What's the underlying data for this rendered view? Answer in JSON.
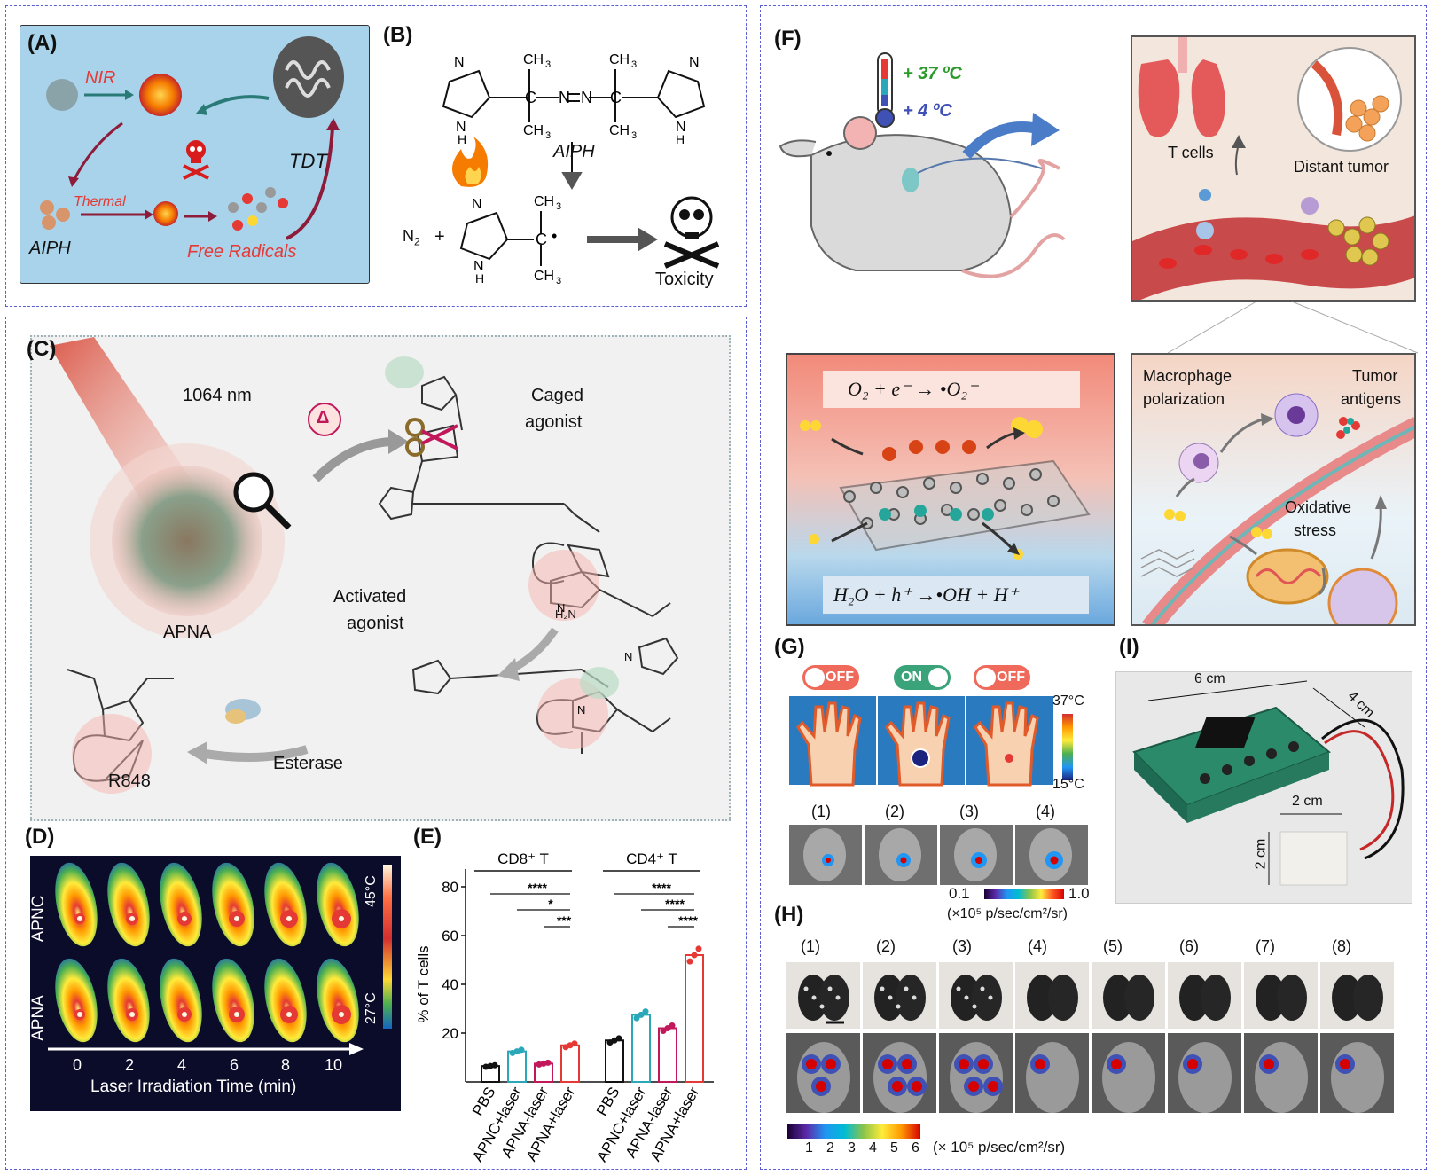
{
  "panels": {
    "A": {
      "label": "(A)",
      "nir": "NIR",
      "thermal": "Thermal",
      "tdt": "TDT",
      "aiph": "AIPH",
      "free_radicals": "Free Radicals"
    },
    "B": {
      "label": "(B)",
      "aiph": "AIPH",
      "n2": "N",
      "n2_sub": "2",
      "plus": "+",
      "toxicity": "Toxicity"
    },
    "C": {
      "label": "(C)",
      "wavelength": "1064 nm",
      "delta": "Δ",
      "caged_1": "Caged",
      "caged_2": "agonist",
      "activated_1": "Activated",
      "activated_2": "agonist",
      "apna": "APNA",
      "esterase": "Esterase",
      "r848": "R848",
      "nh2": "H₂N"
    },
    "D": {
      "label": "(D)",
      "rows": [
        "APNC",
        "APNA"
      ],
      "times": [
        "0",
        "2",
        "4",
        "6",
        "8",
        "10"
      ],
      "xlabel": "Laser Irradiation Time (min)",
      "scale_max": "45°C",
      "scale_min": "27°C"
    },
    "F": {
      "label": "(F)",
      "temp_hot": "+ 37 ºC",
      "temp_cold": "+ 4 ºC",
      "t_cells": "T cells",
      "distant_tumor": "Distant tumor",
      "eq1": "O₂ + e⁻ → •O₂⁻",
      "eq2": "H₂O + h⁺ →•OH + H⁺",
      "macrophage_1": "Macrophage",
      "macrophage_2": "polarization",
      "tumor_1": "Tumor",
      "tumor_2": "antigens",
      "oxidative_1": "Oxidative",
      "oxidative_2": "stress"
    },
    "G": {
      "label": "(G)",
      "switches": [
        "OFF",
        "ON",
        "OFF"
      ],
      "scale_max": "37°C",
      "scale_min": "15°C",
      "numbers": [
        "(1)",
        "(2)",
        "(3)",
        "(4)"
      ],
      "lum_min": "0.1",
      "lum_max": "1.0",
      "unit": "(×10⁵ p/sec/cm²/sr)"
    },
    "H": {
      "label": "(H)",
      "numbers": [
        "(1)",
        "(2)",
        "(3)",
        "(4)",
        "(5)",
        "(6)",
        "(7)",
        "(8)"
      ],
      "ticks": [
        "1",
        "2",
        "3",
        "4",
        "5",
        "6"
      ],
      "unit": "(× 10⁵ p/sec/cm²/sr)"
    },
    "I": {
      "label": "(I)",
      "w": "6 cm",
      "h": "4 cm",
      "s1": "2 cm",
      "s2": "2 cm"
    }
  },
  "chart_data": {
    "type": "bar",
    "title": "",
    "ylabel": "% of T cells",
    "ylim": [
      0,
      80
    ],
    "yticks": [
      20,
      40,
      60,
      80
    ],
    "groups": [
      "CD8⁺ T",
      "CD4⁺ T"
    ],
    "categories": [
      "PBS",
      "APNC+laser",
      "APNA-laser",
      "APNA+laser",
      "PBS",
      "APNC+laser",
      "APNA-laser",
      "APNA+laser"
    ],
    "values": [
      6.5,
      12.5,
      7.5,
      15,
      17,
      27.5,
      22,
      52
    ],
    "colors": [
      "#111111",
      "#2aa7b8",
      "#c2185b",
      "#e53935",
      "#111111",
      "#2aa7b8",
      "#c2185b",
      "#e53935"
    ],
    "significance": [
      "****",
      "*",
      "***",
      "****",
      "****",
      "****"
    ]
  }
}
